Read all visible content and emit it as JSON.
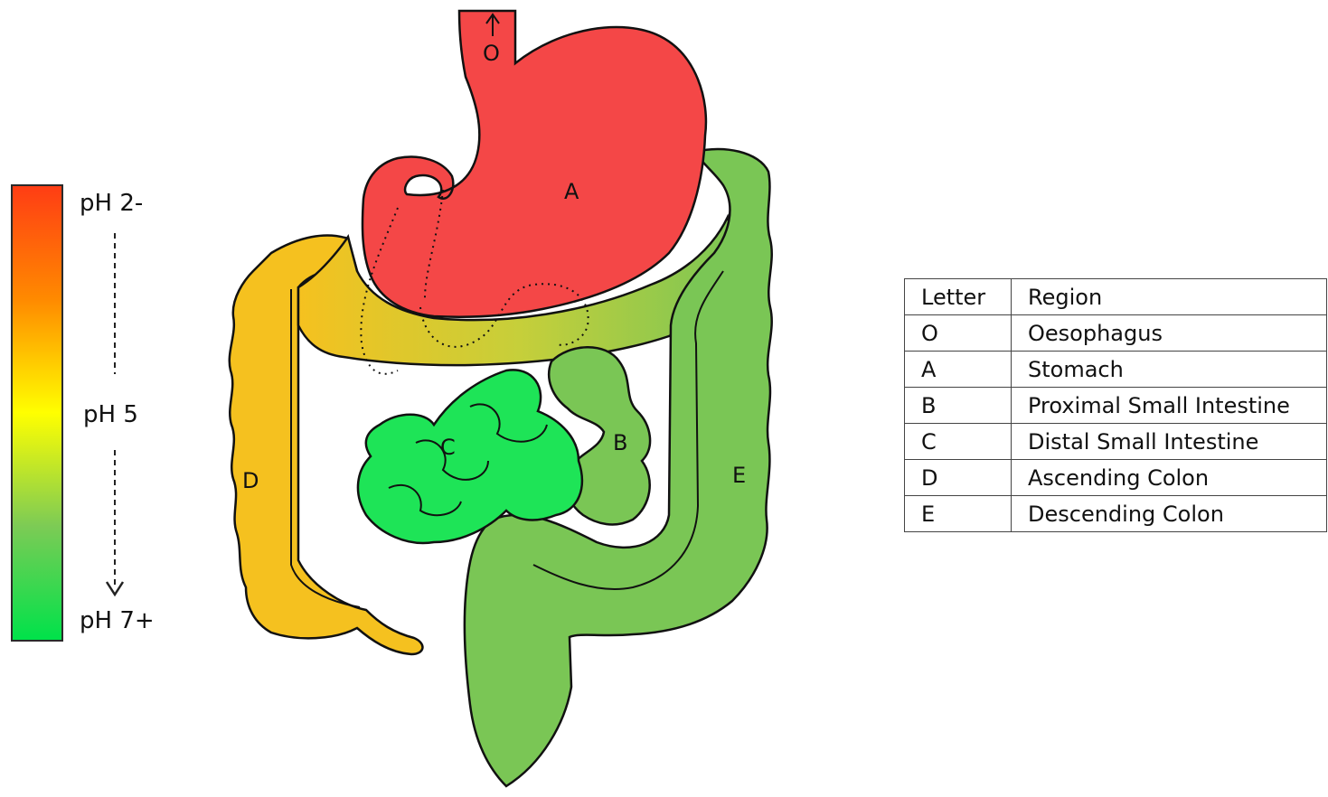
{
  "ph_scale": {
    "top_label": "pH 2-",
    "middle_label": "pH 5",
    "bottom_label": "pH 7+",
    "gradient_colors": [
      "#ff3d14",
      "#ff8a00",
      "#ffff00",
      "#7ccb55",
      "#00e24a"
    ]
  },
  "regions": {
    "oesophagus": {
      "letter": "O",
      "color": "#f44747"
    },
    "stomach": {
      "letter": "A",
      "color": "#f44747"
    },
    "proximal_small_intestine": {
      "letter": "B",
      "color": "#7ac655"
    },
    "distal_small_intestine": {
      "letter": "C",
      "color": "#1ee457"
    },
    "ascending_colon": {
      "letter": "D",
      "color": "#f5c11f"
    },
    "descending_colon": {
      "letter": "E",
      "color": "#7ac655"
    },
    "transverse_colon_gradient": [
      "#f5c11f",
      "#c6cf3a",
      "#7ac655"
    ]
  },
  "legend": {
    "headers": [
      "Letter",
      "Region"
    ],
    "rows": [
      [
        "O",
        "Oesophagus"
      ],
      [
        "A",
        "Stomach"
      ],
      [
        "B",
        "Proximal Small Intestine"
      ],
      [
        "C",
        "Distal Small Intestine"
      ],
      [
        "D",
        "Ascending Colon"
      ],
      [
        "E",
        "Descending Colon"
      ]
    ]
  }
}
